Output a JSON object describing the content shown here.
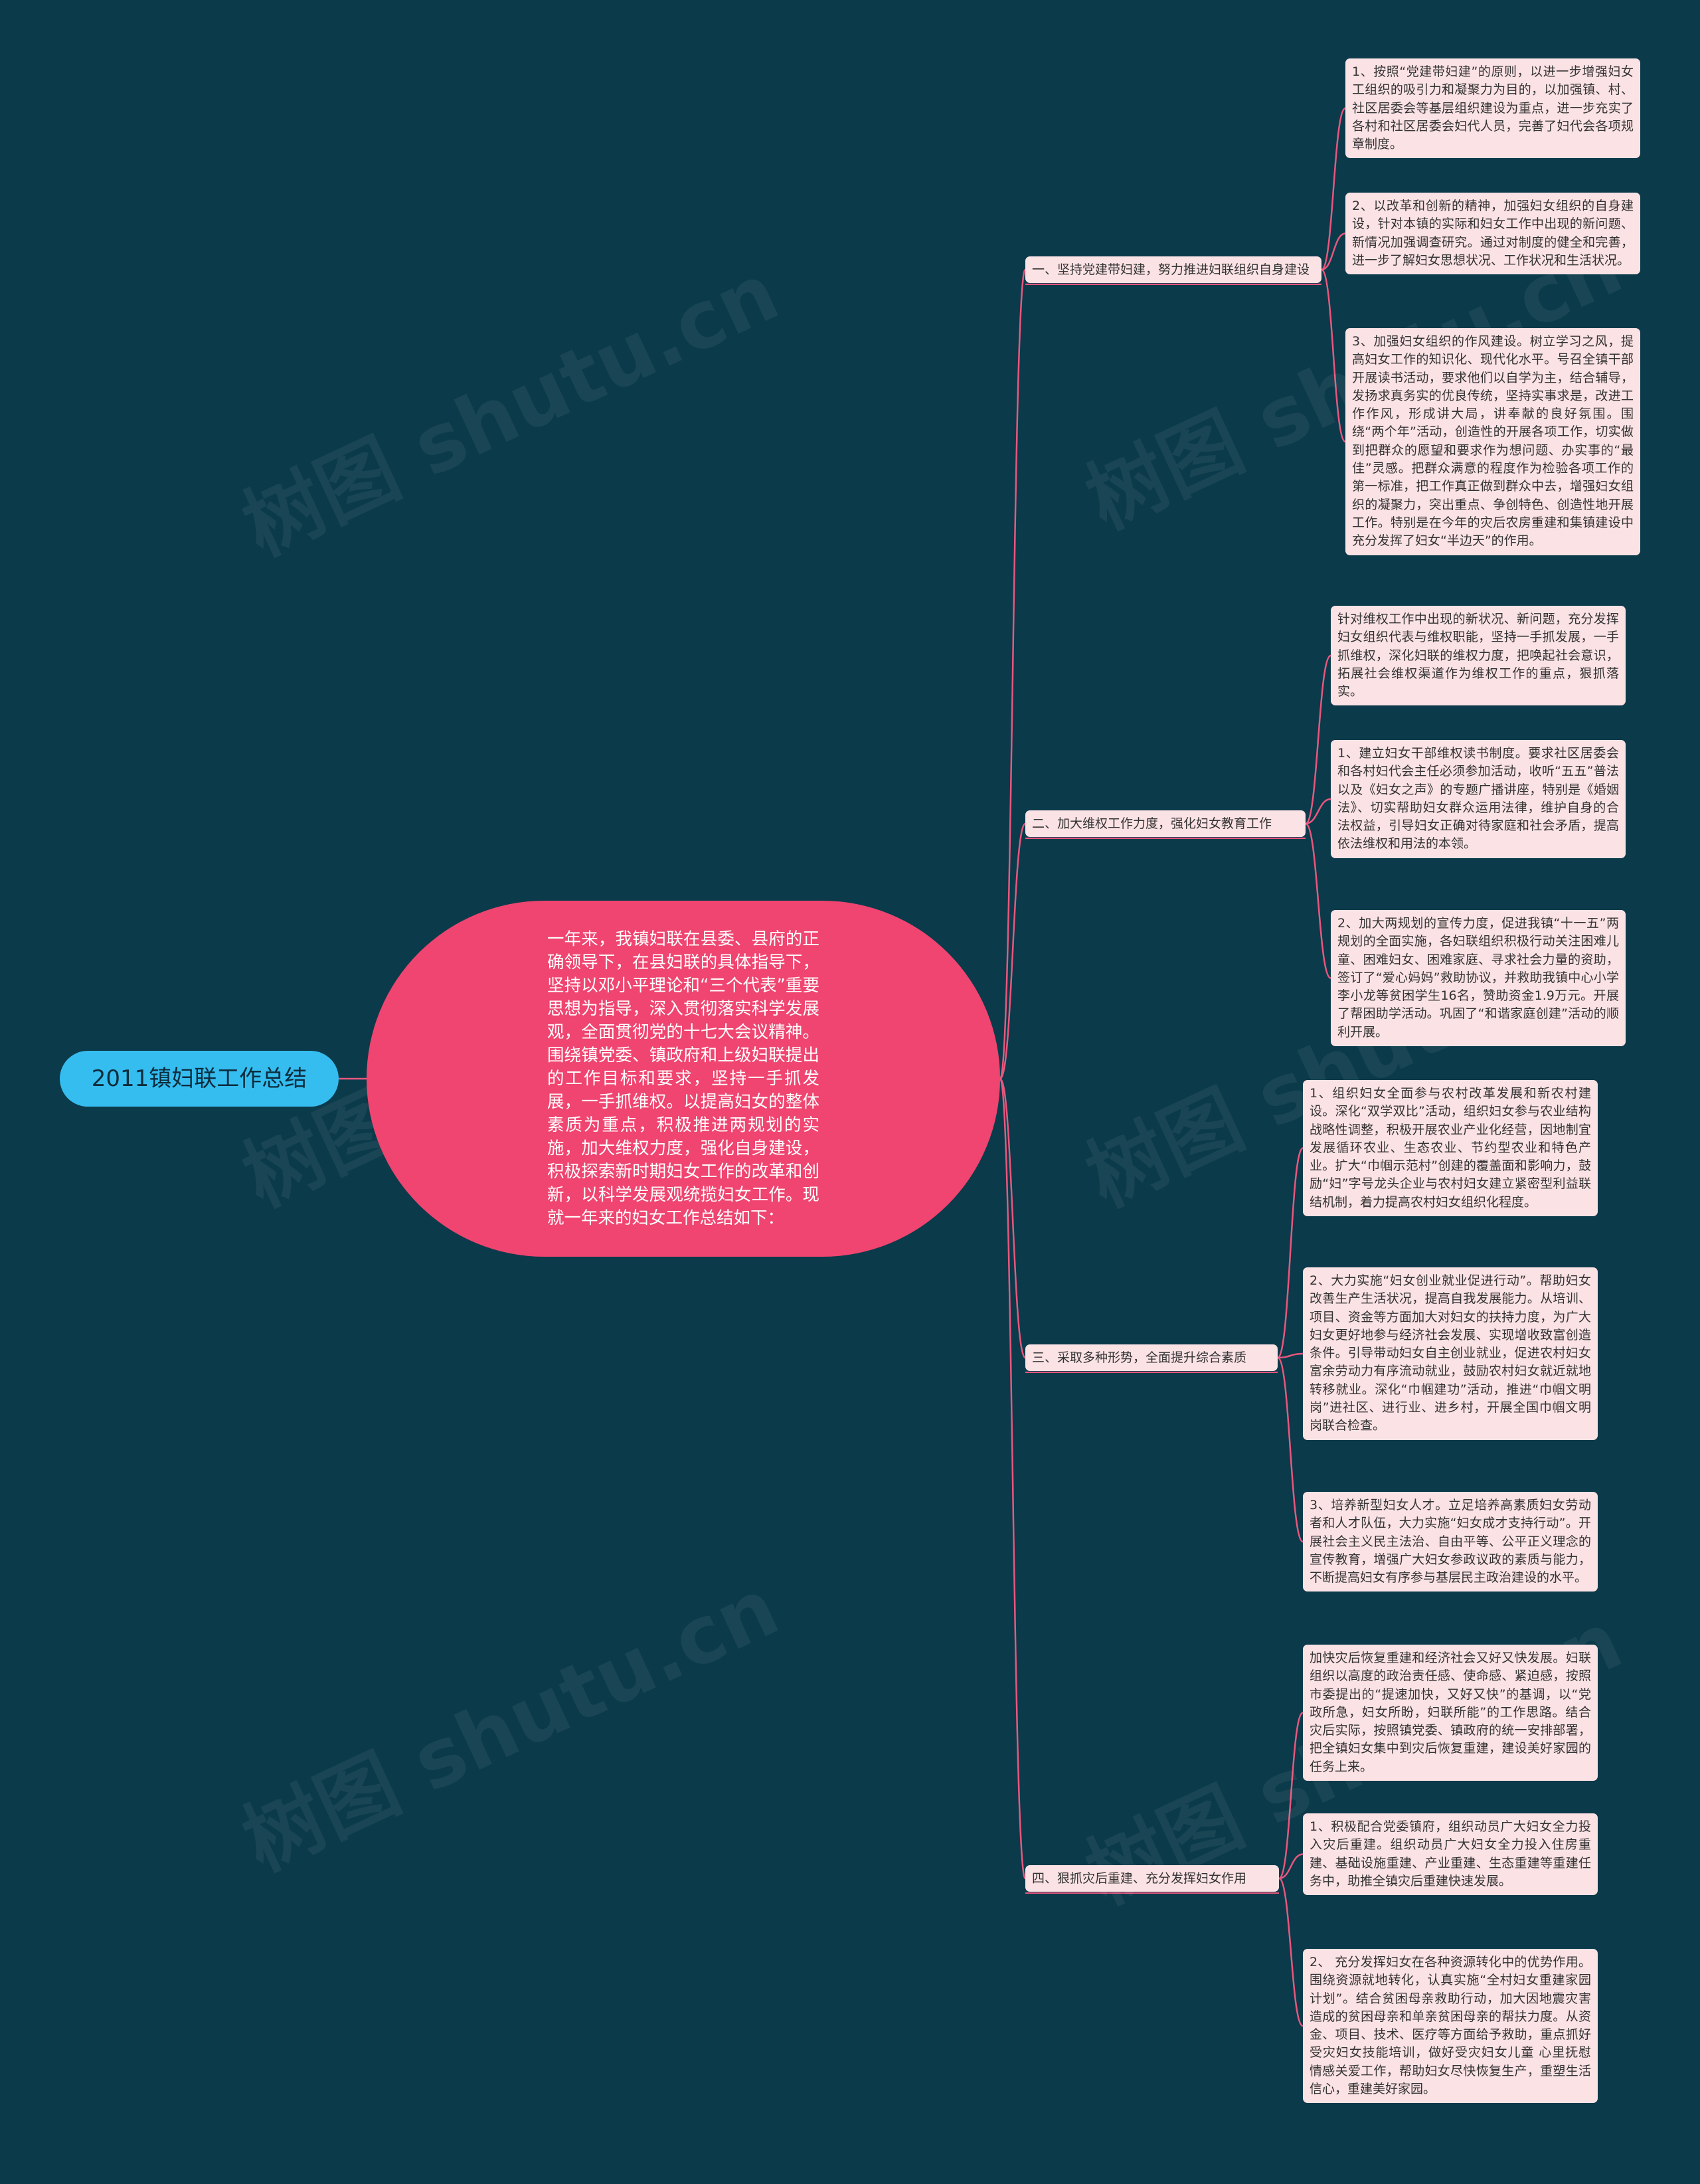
{
  "root": {
    "label": "2011镇妇联工作总结"
  },
  "center": {
    "text": "一年来，我镇妇联在县委、县府的正确领导下，在县妇联的具体指导下，坚持以邓小平理论和“三个代表”重要思想为指导，深入贯彻落实科学发展观，全面贯彻党的十七大会议精神。围绕镇党委、镇政府和上级妇联提出的工作目标和要求，坚持一手抓发展，一手抓维权。以提高妇女的整体素质为重点，积极推进两规划的实施，加大维权力度，强化自身建设，积极探索新时期妇女工作的改革和创新，以科学发展观统揽妇女工作。现就一年来的妇女工作总结如下："
  },
  "sections": [
    {
      "title": "一、坚持党建带妇建，努力推进妇联组织自身建设",
      "items": [
        "1、按照“党建带妇建”的原则，以进一步增强妇女工组织的吸引力和凝聚力为目的，以加强镇、村、社区居委会等基层组织建设为重点，进一步充实了各村和社区居委会妇代人员，完善了妇代会各项规章制度。",
        "2、以改革和创新的精神，加强妇女组织的自身建设，针对本镇的实际和妇女工作中出现的新问题、新情况加强调查研究。通过对制度的健全和完善，进一步了解妇女思想状况、工作状况和生活状况。",
        "3、加强妇女组织的作风建设。树立学习之风，提高妇女工作的知识化、现代化水平。号召全镇干部开展读书活动，要求他们以自学为主，结合辅导，发扬求真务实的优良传统，坚持实事求是，改进工作作风，形成讲大局，讲奉献的良好氛围。围绕“两个年”活动，创造性的开展各项工作，切实做到把群众的愿望和要求作为想问题、办实事的“最佳”灵感。把群众满意的程度作为检验各项工作的第一标准，把工作真正做到群众中去，增强妇女组织的凝聚力，突出重点、争创特色、创造性地开展工作。特别是在今年的灾后农房重建和集镇建设中充分发挥了妇女“半边天”的作用。"
      ]
    },
    {
      "title": "二、加大维权工作力度，强化妇女教育工作",
      "items": [
        "针对维权工作中出现的新状况、新问题，充分发挥妇女组织代表与维权职能，坚持一手抓发展，一手抓维权，深化妇联的维权力度，把唤起社会意识，拓展社会维权渠道作为维权工作的重点，狠抓落实。",
        "1、建立妇女干部维权读书制度。要求社区居委会和各村妇代会主任必须参加活动，收听“五五”普法以及《妇女之声》的专题广播讲座，特别是《婚姻法》、切实帮助妇女群众运用法律，维护自身的合法权益，引导妇女正确对待家庭和社会矛盾，提高依法维权和用法的本领。",
        "2、加大两规划的宣传力度，促进我镇“十一五”两规划的全面实施，各妇联组织积极行动关注困难儿童、困难妇女、困难家庭、寻求社会力量的资助，签订了“爱心妈妈”救助协议，并救助我镇中心小学李小龙等贫困学生16名，赞助资金1.9万元。开展了帮困助学活动。巩固了“和谐家庭创建”活动的顺利开展。"
      ]
    },
    {
      "title": "三、采取多种形势，全面提升综合素质",
      "items": [
        "1、组织妇女全面参与农村改革发展和新农村建设。深化“双学双比”活动，组织妇女参与农业结构战略性调整，积极开展农业产业化经营，因地制宜发展循环农业、生态农业、节约型农业和特色产业。扩大“巾帼示范村”创建的覆盖面和影响力，鼓励“妇”字号龙头企业与农村妇女建立紧密型利益联结机制，着力提高农村妇女组织化程度。",
        "2、大力实施“妇女创业就业促进行动”。帮助妇女改善生产生活状况，提高自我发展能力。从培训、项目、资金等方面加大对妇女的扶持力度，为广大妇女更好地参与经济社会发展、实现增收致富创造条件。引导带动妇女自主创业就业，促进农村妇女富余劳动力有序流动就业，鼓励农村妇女就近就地转移就业。深化“巾帼建功”活动，推进“巾帼文明岗”进社区、进行业、进乡村，开展全国巾帼文明岗联合检查。",
        "3、培养新型妇女人才。立足培养高素质妇女劳动者和人才队伍，大力实施“妇女成才支持行动”。开展社会主义民主法治、自由平等、公平正义理念的宣传教育，增强广大妇女参政议政的素质与能力，不断提高妇女有序参与基层民主政治建设的水平。"
      ]
    },
    {
      "title": "四、狠抓灾后重建、充分发挥妇女作用",
      "items": [
        "加快灾后恢复重建和经济社会又好又快发展。妇联组织以高度的政治责任感、使命感、紧迫感，按照市委提出的“提速加快，又好又快”的基调，以“党政所急，妇女所盼，妇联所能”的工作思路。结合灾后实际，按照镇党委、镇政府的统一安排部署，把全镇妇女集中到灾后恢复重建，建设美好家园的任务上来。",
        "1、积极配合党委镇府，组织动员广大妇女全力投入灾后重建。组织动员广大妇女全力投入住房重建、基础设施重建、产业重建、生态重建等重建任务中，助推全镇灾后重建快速发展。",
        "2、 充分发挥妇女在各种资源转化中的优势作用。围绕资源就地转化，认真实施“全村妇女重建家园计划”。结合贫困母亲救助行动，加大因地震灾害造成的贫困母亲和单亲贫困母亲的帮扶力度。从资金、项目、技术、医疗等方面给予救助，重点抓好受灾妇女技能培训，做好受灾妇女儿童 心里抚慰情感关爱工作，帮助妇女尽快恢复生产，重塑生活信心，重建美好家园。"
      ]
    }
  ],
  "colors": {
    "background": "#0b3a4a",
    "root": "#35bdf0",
    "center": "#ef4570",
    "node": "#fbe2e5",
    "link": "#e8577e"
  }
}
